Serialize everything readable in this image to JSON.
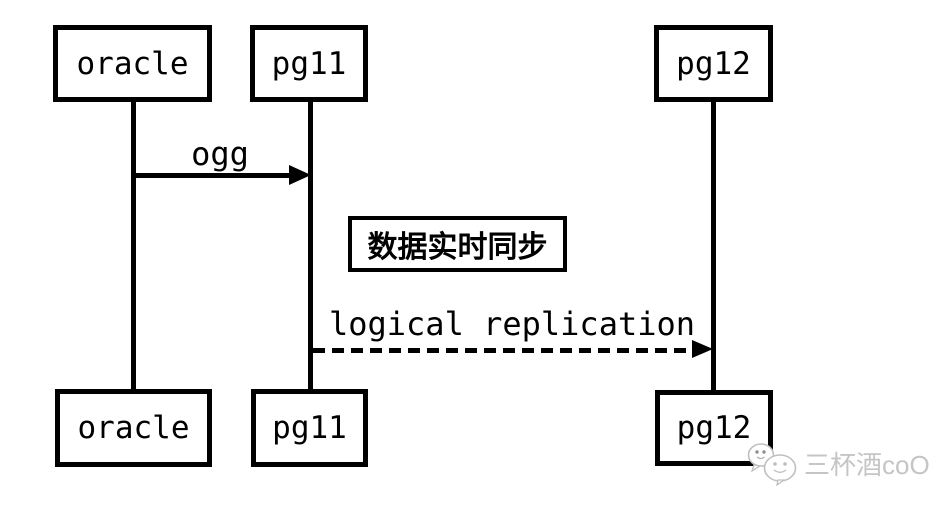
{
  "diagram": {
    "actors_top": [
      {
        "label": "oracle"
      },
      {
        "label": "pg11"
      },
      {
        "label": "pg12"
      }
    ],
    "actors_bottom": [
      {
        "label": "oracle"
      },
      {
        "label": "pg11"
      },
      {
        "label": "pg12"
      }
    ],
    "messages": [
      {
        "label": "ogg",
        "from": "oracle",
        "to": "pg11",
        "line_style": "solid"
      },
      {
        "label": "logical replication",
        "from": "pg11",
        "to": "pg12",
        "line_style": "dashed"
      }
    ],
    "note": {
      "label": "数据实时同步"
    }
  },
  "watermark": {
    "text": "三杯酒coO",
    "icon": "chat-faces-icon",
    "color": "#c5c5c5"
  },
  "colors": {
    "line": "#000000",
    "background": "#ffffff"
  }
}
